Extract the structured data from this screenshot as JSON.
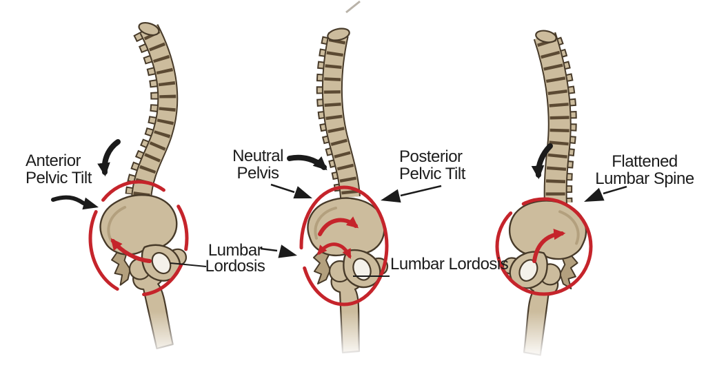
{
  "figure": {
    "subject": "Pelvic tilt and lumbar spine posture illustration (three skeletal side views)",
    "background_color": "#ffffff",
    "annotation_red": "#c5242b",
    "ink_black": "#1b1b1b",
    "text_color": "#1c1c1c",
    "bone_fill": "#ccbc9d",
    "bone_shade": "#b3a07e",
    "bone_outline": "#473a29"
  },
  "labels": {
    "anterior": {
      "line1": "Anterior",
      "line2": "Pelvic Tilt"
    },
    "neutral": {
      "line1": "Neutral",
      "line2": "Pelvis"
    },
    "posterior": {
      "line1": "Posterior",
      "line2": "Pelvic Tilt"
    },
    "flattened": {
      "line1": "Flattened",
      "line2": "Lumbar Spine"
    },
    "lordosis_left": {
      "line1": "Lumbar",
      "line2": "Lordosis"
    },
    "lordosis_right": {
      "line1": "Lumbar Lordosis"
    }
  },
  "panels": [
    {
      "id": "anterior-pelvic-tilt",
      "position": "left",
      "red_circle": "broken-dashed",
      "rotation_arrow": "counterclockwise"
    },
    {
      "id": "neutral-pelvis",
      "position": "center",
      "red_circle": "near-complete",
      "rotation_arrow": "clockwise-double"
    },
    {
      "id": "posterior-pelvic-tilt",
      "position": "right",
      "red_circle": "near-complete",
      "rotation_arrow": "clockwise"
    }
  ]
}
